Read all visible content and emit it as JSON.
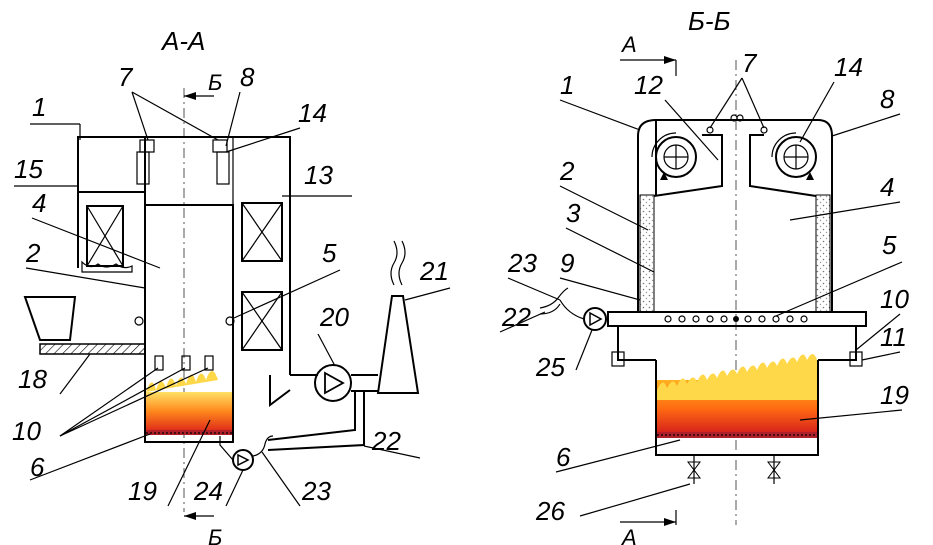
{
  "titles": {
    "left": "А-А",
    "right": "Б-Б"
  },
  "section_marks": {
    "left_top": "Б",
    "left_bottom": "Б",
    "right_top": "А",
    "right_bottom": "А"
  },
  "left_labels": [
    "7",
    "8",
    "1",
    "14",
    "15",
    "13",
    "4",
    "5",
    "2",
    "21",
    "20",
    "18",
    "10",
    "22",
    "6",
    "19",
    "24",
    "23"
  ],
  "right_labels": [
    "7",
    "1",
    "12",
    "14",
    "8",
    "2",
    "4",
    "3",
    "23",
    "9",
    "5",
    "22",
    "10",
    "11",
    "25",
    "19",
    "6",
    "26"
  ],
  "colors": {
    "line": "#000000",
    "flame_dark": "#e8481c",
    "flame_light": "#ffd84a",
    "grate": "#b0202a"
  }
}
